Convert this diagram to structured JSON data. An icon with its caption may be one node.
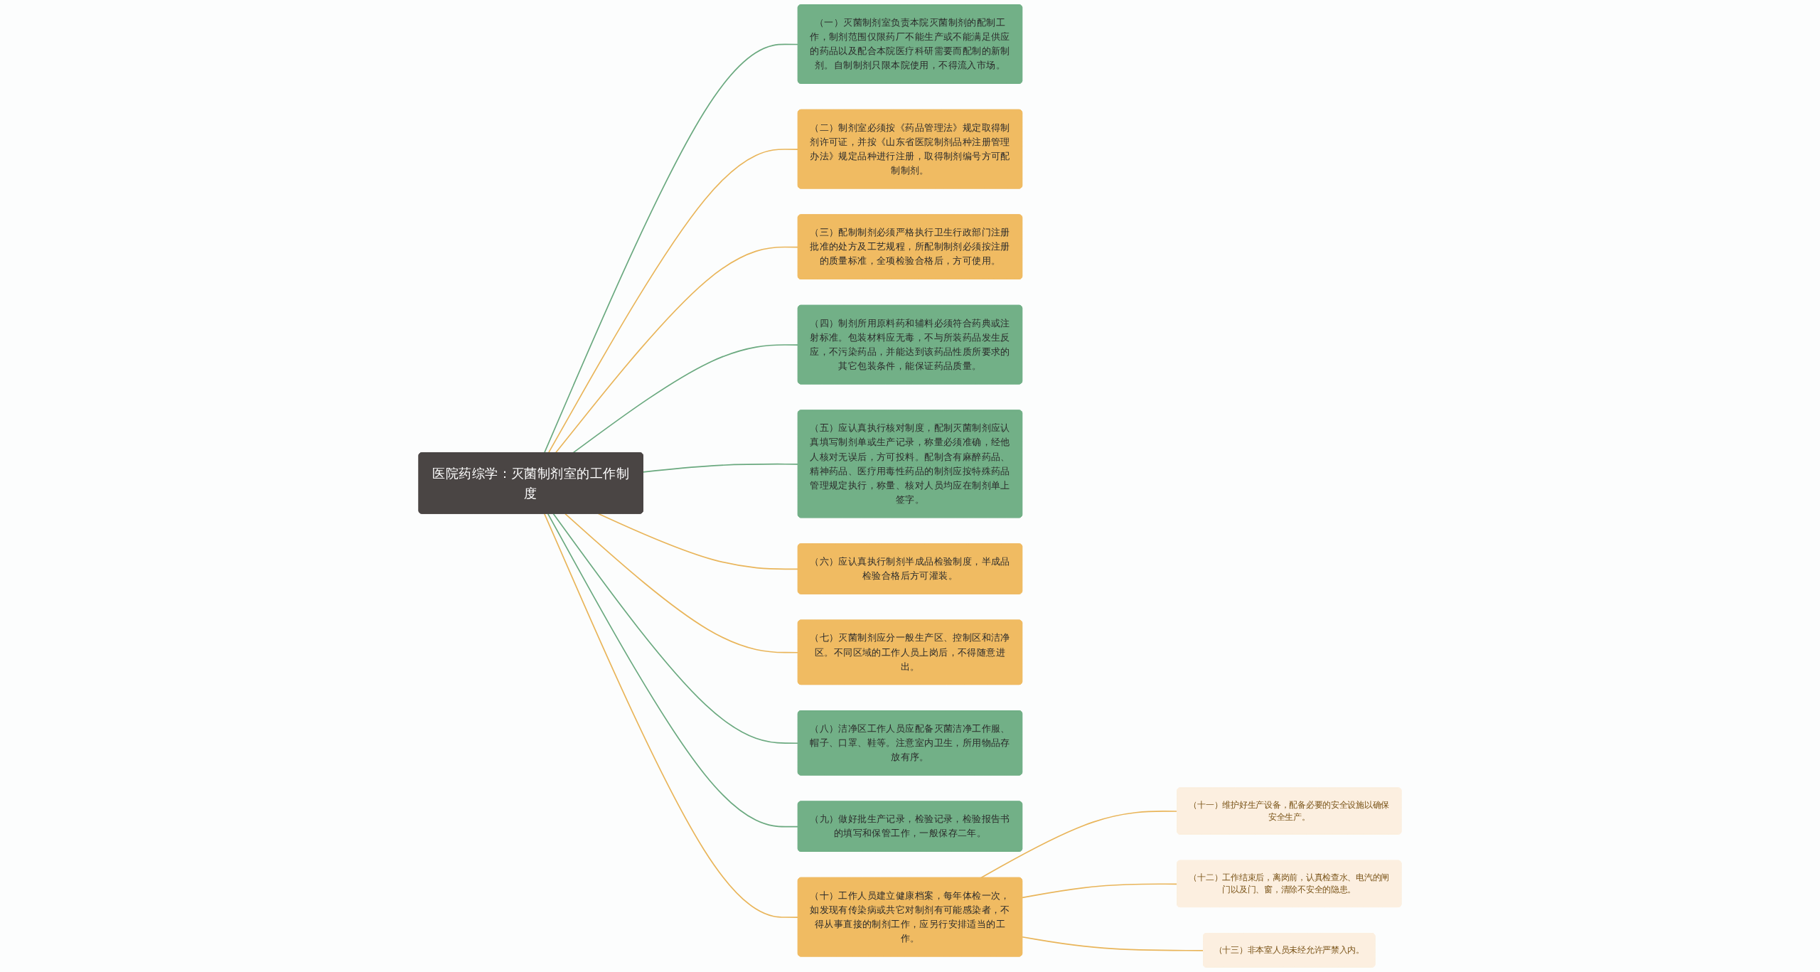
{
  "diagram": {
    "nodes": [
      {
        "text": [
          "医院药综学：灭菌制剂室的工作制度"
        ]
      },
      {
        "text": [
          "（一）灭菌制剂室负责本院灭菌制剂的配制工作，制剂范围仅限药厂不能生产或不能满足供应的药品以及配合本院医疗科研需要而配制的新制剂。自制制剂只限本院使用，不得流入市场。"
        ]
      },
      {
        "text": [
          "（二）制剂室必须按《药品管理法》规定取得制剂许可证，并按《山东省医院制剂品种注册管理办法》规定品种进行注册，取得制剂编号方可配制制剂。"
        ]
      },
      {
        "text": [
          "（三）配制制剂必须严格执行卫生行政部门注册批准的处方及工艺规程，所配制制剂必须按注册的质量标准，全项检验合格后，方可使用。"
        ]
      },
      {
        "text": [
          "（四）制剂所用原料药和辅料必须符合药典或注射标准。包装材料应无毒，不与所装药品发生反应，不污染药品，并能达到该药品性质所要求的其它包装条件，能保证药品质量。"
        ]
      },
      {
        "text": [
          "（五）应认真执行核对制度，配制灭菌制剂应认真填写制剂单或生产记录，称量必须准确，经他人核对无误后，方可投料。配制含有麻醉药品、精神药品、医疗用毒性药品的制剂应按特殊药品管理规定执行，称量、核对人员均应在制剂单上签字。"
        ]
      },
      {
        "text": [
          "（六）应认真执行制剂半成品检验制度，半成品检验合格后方可灌装。"
        ]
      },
      {
        "text": [
          "（七）灭菌制剂应分一般生产区、控制区和洁净区。不同区域的工作人员上岗后，不得随意进出。"
        ]
      },
      {
        "text": [
          "（八）洁净区工作人员应配备灭菌洁净工作服、帽子、口罩、鞋等。注意室内卫生，所用物品存放有序。"
        ]
      },
      {
        "text": [
          "（九）做好批生产记录，检验记录，检验报告书的填写和保管工作，一般保存二年。"
        ]
      },
      {
        "text": [
          "（十）工作人员建立健康档案，每年体检一次，如发现有传染病或共它对制剂有可能感染者，不得从事直接的制剂工作，应另行安排适当的工作。"
        ]
      },
      {
        "text": [
          "（十一）维护好生产设备，配备必要的安全设施以确保安全生产。"
        ]
      },
      {
        "text": [
          "（十二）工作结束后，离岗前，认真检查水、电汽的闸门以及门、窗，清除不安全的隐患。"
        ]
      },
      {
        "text": [
          "（十三）非本室人员未经允许严禁入内。"
        ]
      }
    ],
    "edges": [
      {
        "from": 0,
        "to": 1,
        "arrow": "none",
        "color": "#6aa97f"
      },
      {
        "from": 0,
        "to": 2,
        "arrow": "none",
        "color": "#e9b55a"
      },
      {
        "from": 0,
        "to": 3,
        "arrow": "none",
        "color": "#e9b55a"
      },
      {
        "from": 0,
        "to": 4,
        "arrow": "none",
        "color": "#6aa97f"
      },
      {
        "from": 0,
        "to": 5,
        "arrow": "none",
        "color": "#6aa97f"
      },
      {
        "from": 0,
        "to": 6,
        "arrow": "none",
        "color": "#e9b55a"
      },
      {
        "from": 0,
        "to": 7,
        "arrow": "none",
        "color": "#e9b55a"
      },
      {
        "from": 0,
        "to": 8,
        "arrow": "none",
        "color": "#6aa97f"
      },
      {
        "from": 0,
        "to": 9,
        "arrow": "none",
        "color": "#6aa97f"
      },
      {
        "from": 0,
        "to": 10,
        "arrow": "none",
        "color": "#e9b55a"
      },
      {
        "from": 10,
        "to": 11,
        "arrow": "none",
        "color": "#e9b55a"
      },
      {
        "from": 10,
        "to": 12,
        "arrow": "none",
        "color": "#e9b55a"
      },
      {
        "from": 10,
        "to": 13,
        "arrow": "none",
        "color": "#e9b55a"
      }
    ]
  }
}
